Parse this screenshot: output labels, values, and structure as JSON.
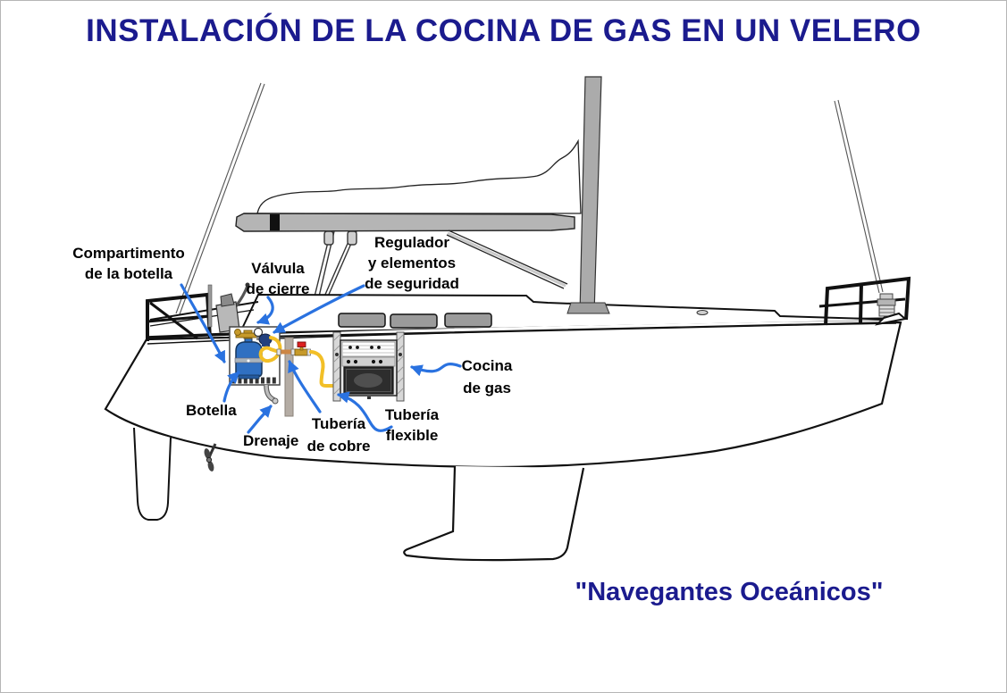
{
  "title": "INSTALACIÓN DE LA COCINA DE GAS EN UN VELERO",
  "footer": "\"Navegantes Oceánicos\"",
  "labels": {
    "compartimento": {
      "line1": "Compartimento",
      "line2": "de la botella"
    },
    "valvula": {
      "line1": "Válvula",
      "line2": "de cierre"
    },
    "regulador": {
      "line1": "Regulador",
      "line2": "y elementos",
      "line3": "de seguridad"
    },
    "cocina": {
      "line1": "Cocina",
      "line2": "de gas"
    },
    "botella": "Botella",
    "drenaje": "Drenaje",
    "tuberia_cobre": {
      "line1": "Tubería",
      "line2": "de cobre"
    },
    "tuberia_flexible": {
      "line1": "Tubería",
      "line2": "flexible"
    }
  },
  "colors": {
    "heading_navy": "#1b1b8e",
    "arrow_blue": "#2a72e0",
    "bottle_blue": "#3070c2",
    "hose_yellow": "#f2bf27",
    "copper": "#cd8644",
    "valve_red": "#dd2020",
    "brass": "#c79a2a",
    "spar_gray": "#b5b5b5"
  }
}
